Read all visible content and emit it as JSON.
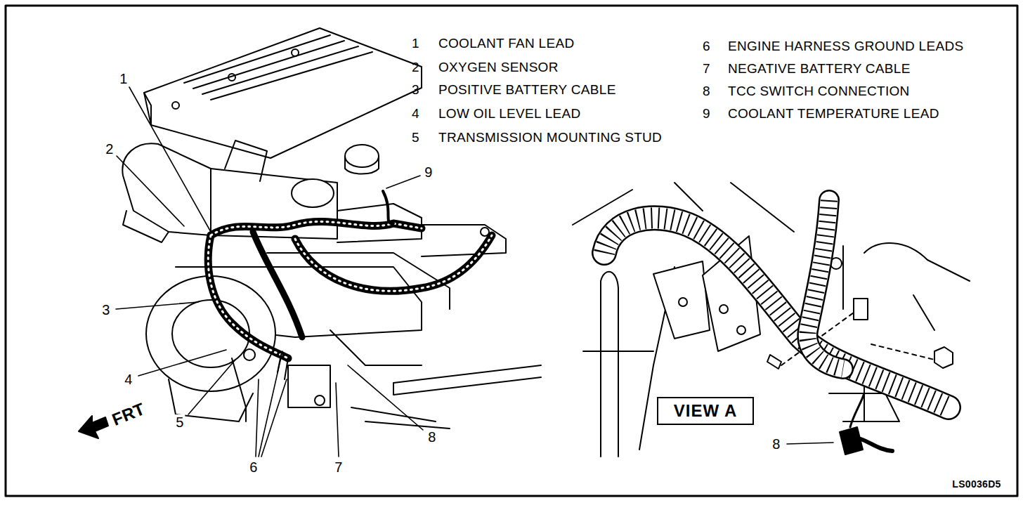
{
  "diagram": {
    "nodes": [
      {
        "text": [
          "VIEW A"
        ]
      }
    ],
    "labels": [
      "1",
      "COOLANT FAN LEAD",
      "2",
      "OXYGEN SENSOR",
      "3",
      "POSITIVE BATTERY CABLE",
      "4",
      "LOW OIL LEVEL LEAD",
      "5",
      "TRANSMISSION MOUNTING STUD",
      "6",
      "ENGINE HARNESS GROUND LEADS",
      "7",
      "NEGATIVE BATTERY CABLE",
      "8",
      "TCC SWITCH CONNECTION",
      "9",
      "COOLANT TEMPERATURE LEAD",
      "1",
      "2",
      "3",
      "4",
      "5",
      "6",
      "7",
      "8",
      "9",
      "FRT",
      "8",
      "LS0036D5"
    ]
  }
}
